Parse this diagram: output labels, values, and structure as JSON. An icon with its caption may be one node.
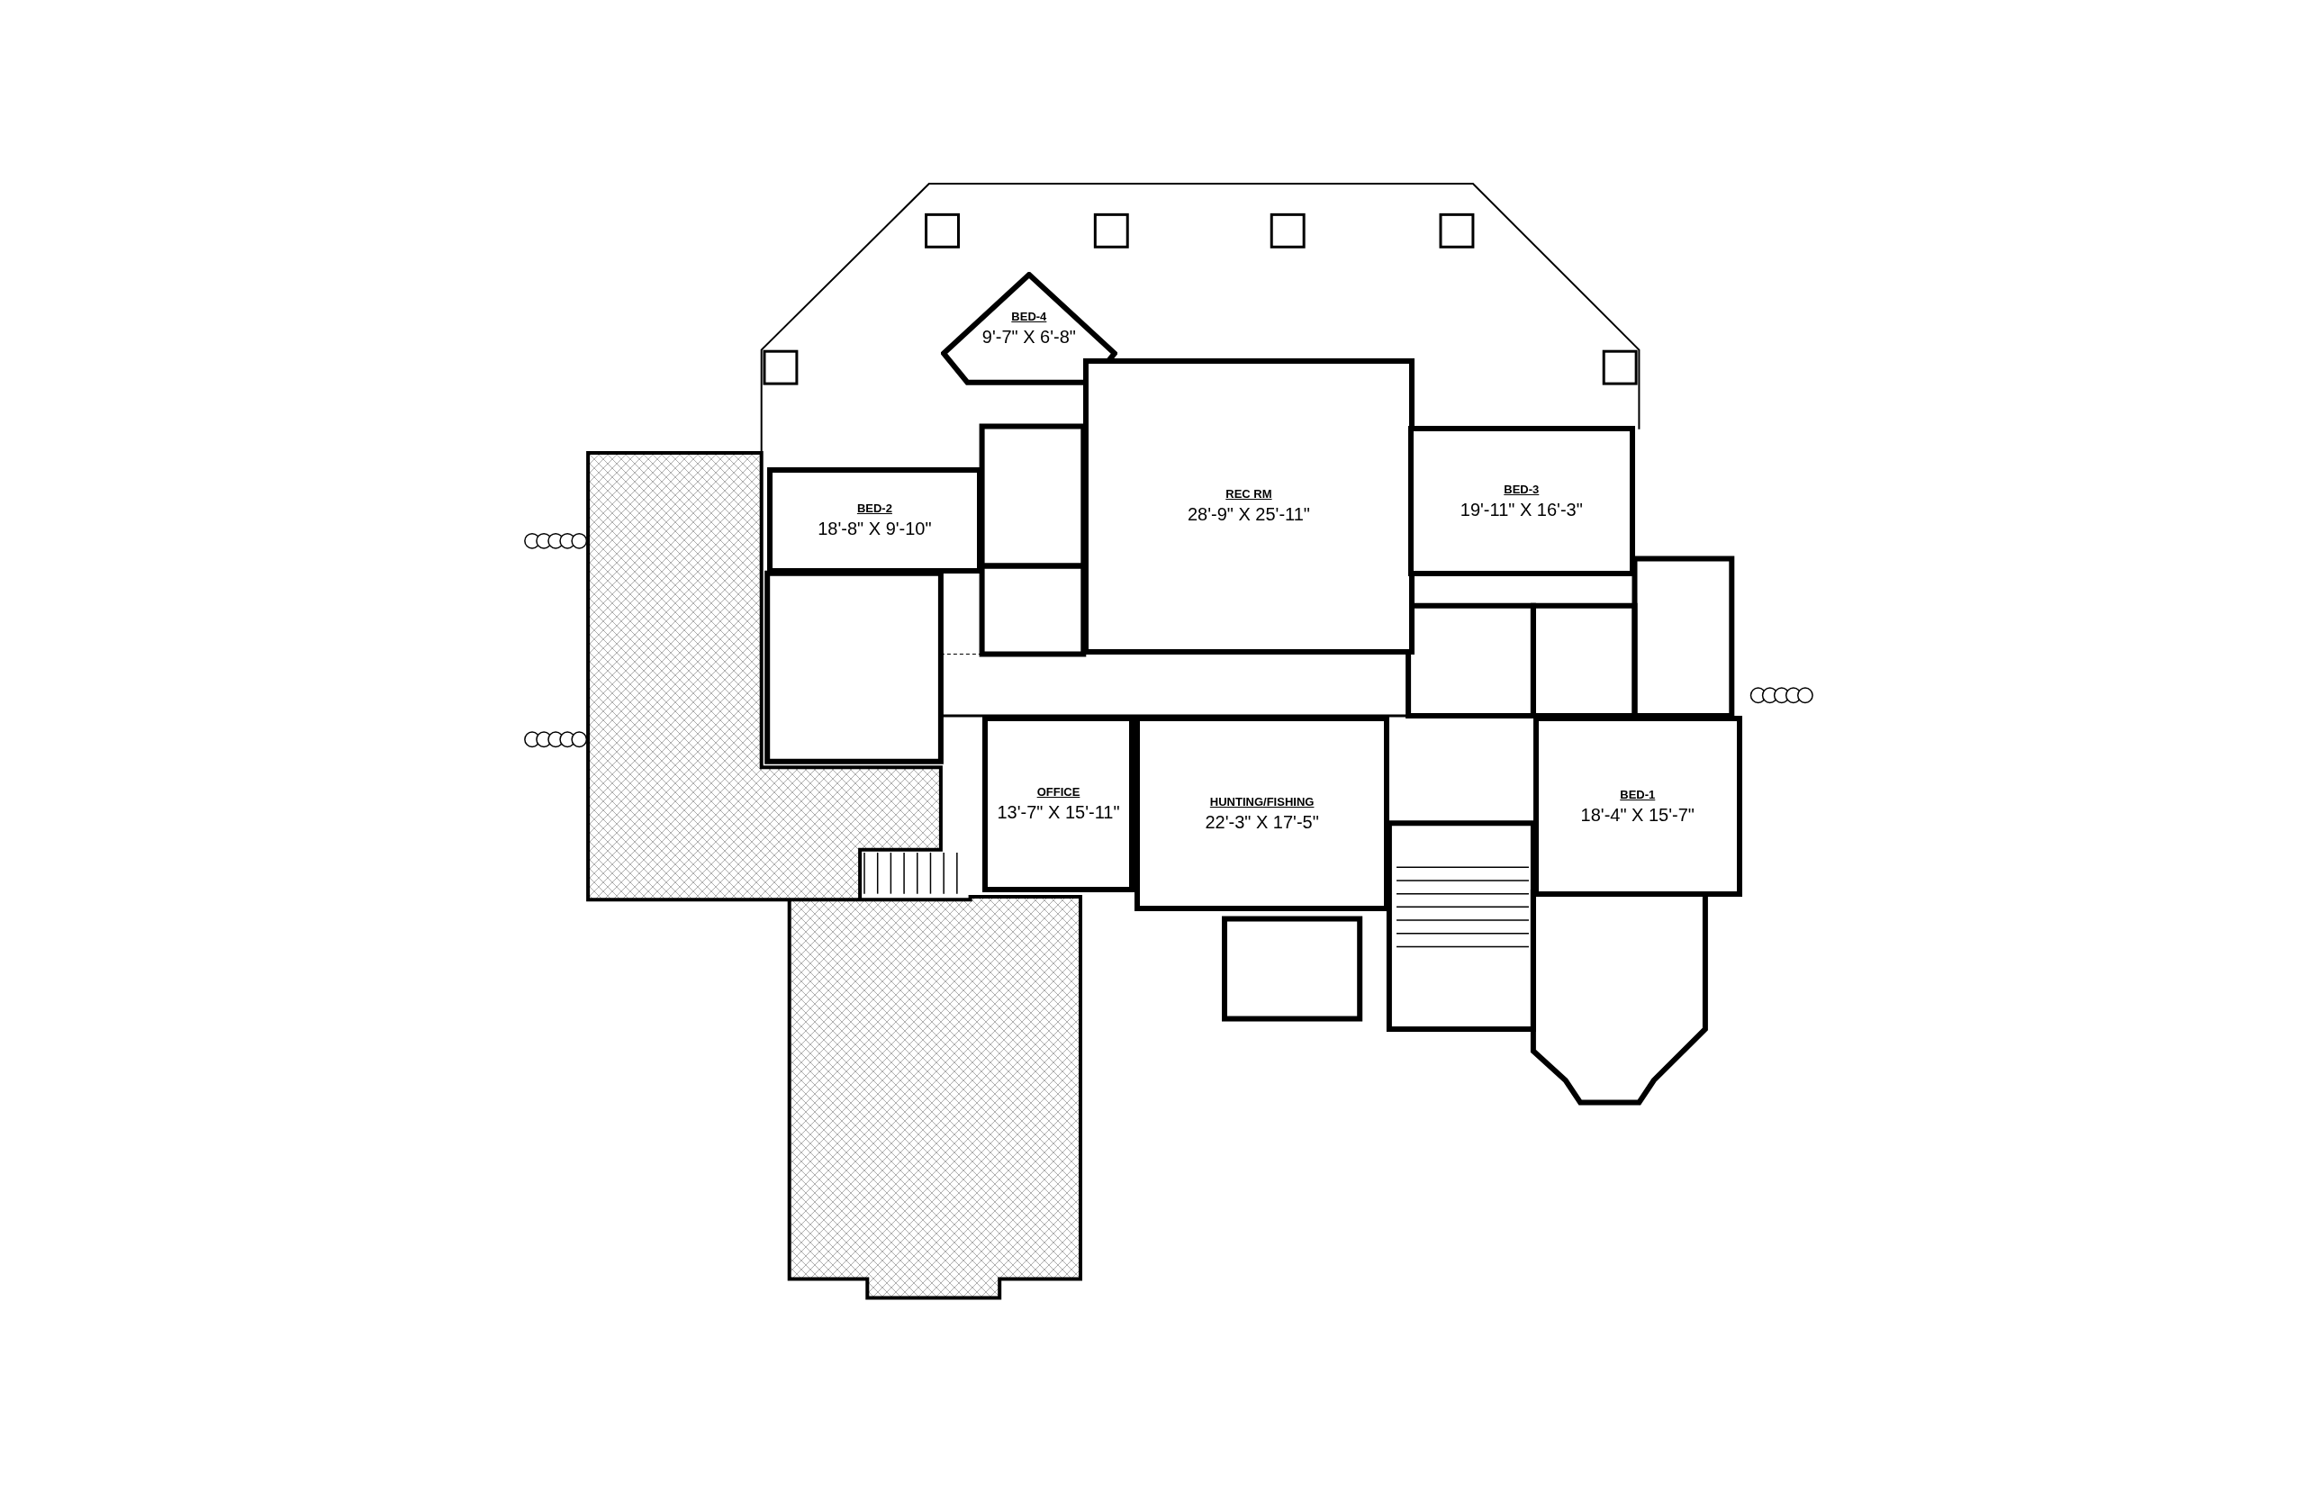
{
  "diagram": {
    "nodes": [
      {
        "text": [
          "BED-4",
          "9'-7\" X 6'-8\""
        ]
      },
      {
        "text": [
          "BED-2",
          "18'-8\" X 9'-10\""
        ]
      },
      {
        "text": [
          "REC RM",
          "28'-9\" X 25'-11\""
        ]
      },
      {
        "text": [
          "BED-3",
          "19'-11\" X 16'-3\""
        ]
      },
      {
        "text": [
          "OFFICE",
          "13'-7\" X 15'-11\""
        ]
      },
      {
        "text": [
          "HUNTING/FISHING",
          "22'-3\" X 17'-5\""
        ]
      },
      {
        "text": [
          "BED-1",
          "18'-4\" X 15'-7\""
        ]
      }
    ]
  }
}
